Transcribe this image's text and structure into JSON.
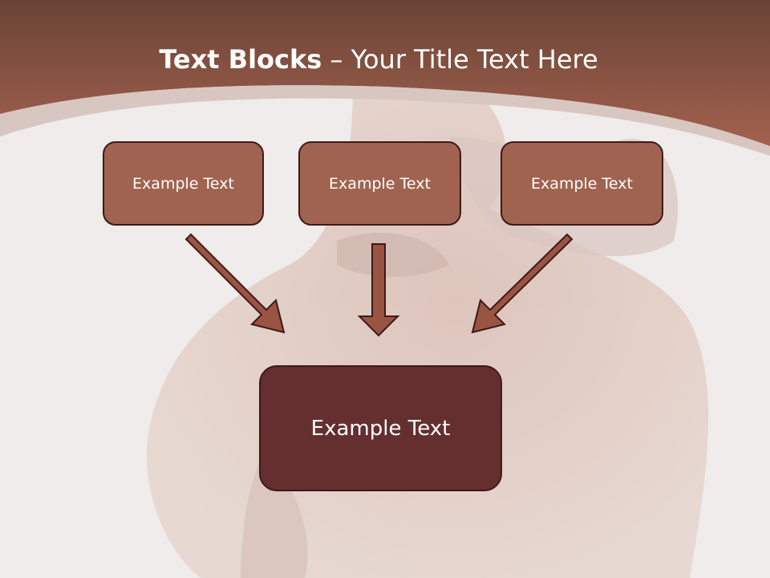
{
  "title": {
    "bold": "Text Blocks",
    "regular": " – Your Title Text Here"
  },
  "blocks": [
    {
      "label": "Example Text"
    },
    {
      "label": "Example Text"
    },
    {
      "label": "Example Text"
    }
  ],
  "main_block": {
    "label": "Example Text"
  },
  "colors": {
    "header": "#9a5e4c",
    "block": "#a0634f",
    "main_block": "#652f2f",
    "arrow": "#9a5442",
    "outline": "#3d1a18"
  }
}
